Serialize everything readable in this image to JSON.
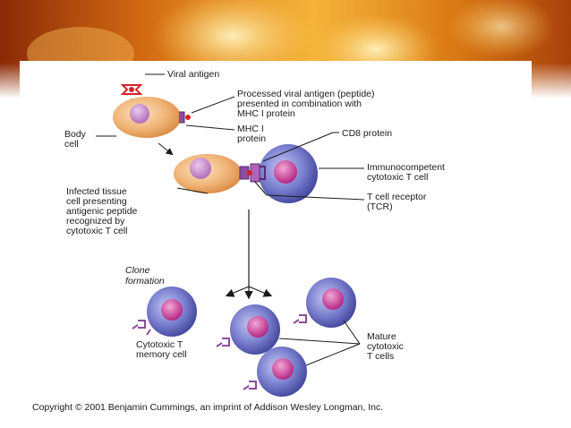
{
  "diagram": {
    "labels": {
      "viral_antigen": "Viral antigen",
      "processed_1": "Processed viral antigen (peptide)",
      "processed_2": "presented in combination with",
      "processed_3": "MHC I protein",
      "mhc_1": "MHC I",
      "mhc_2": "protein",
      "body_1": "Body",
      "body_2": "cell",
      "cd8": "CD8 protein",
      "immuno_1": "Immunocompetent",
      "immuno_2": "cytotoxic T cell",
      "infected_1": "Infected tissue",
      "infected_2": "cell presenting",
      "infected_3": "antigenic peptide",
      "infected_4": "recognized by",
      "infected_5": "cytotoxic T cell",
      "tcr_1": "T cell receptor",
      "tcr_2": "(TCR)",
      "clone_1": "Clone",
      "clone_2": "formation",
      "memory_1": "Cytotoxic T",
      "memory_2": "memory cell",
      "mature_1": "Mature",
      "mature_2": "cytotoxic",
      "mature_3": "T cells"
    },
    "colors": {
      "body_cell": "#e9a05a",
      "body_nucleus": "#c48ac8",
      "t_cell": "#5a5fb8",
      "t_nucleus": "#c0398f",
      "receptor": "#8e4aa0",
      "antigen": "#d2232a"
    }
  },
  "copyright": "Copyright © 2001 Benjamin Cummings, an imprint of Addison Wesley Longman, Inc."
}
